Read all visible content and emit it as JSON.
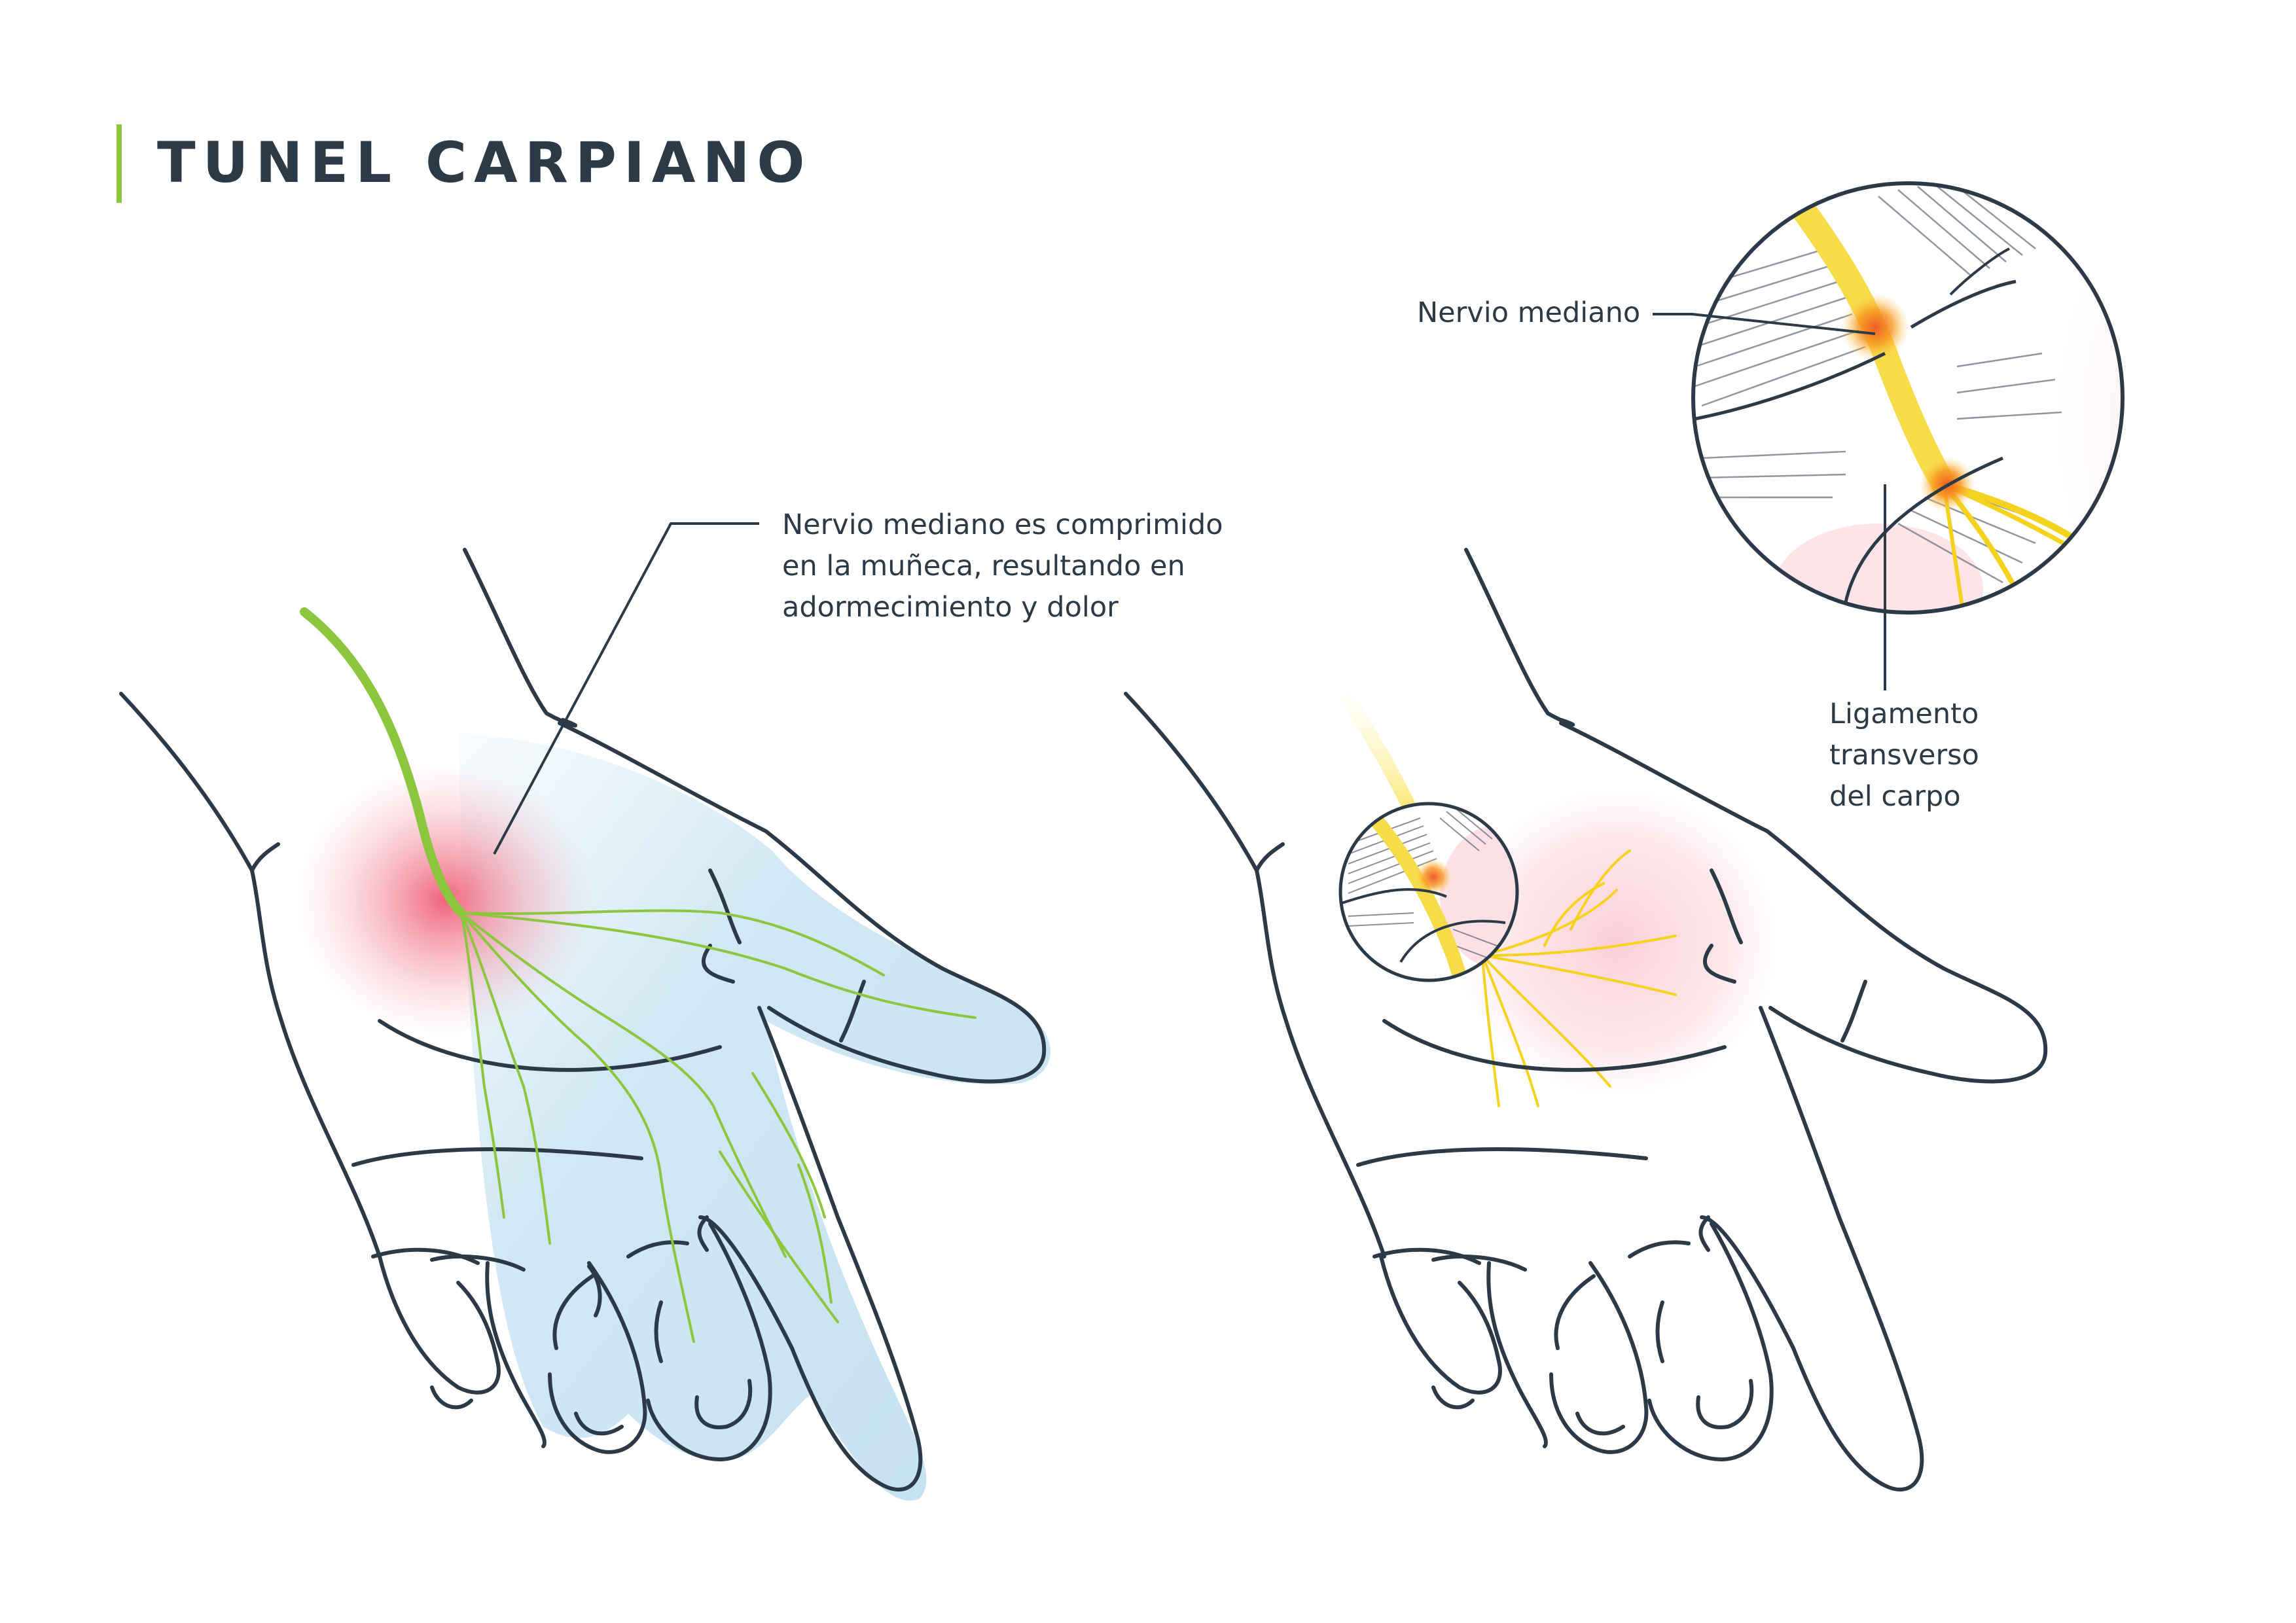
{
  "title": "TUNEL CARPIANO",
  "colors": {
    "accent": "#8cc63f",
    "outline": "#2c3a47",
    "nerve_left": "#8cc63f",
    "nerve_right": "#f4d21d",
    "numb_area": "#c7e3f2",
    "inflammation": "#f07a8c"
  },
  "annotations": {
    "compression": {
      "lines": [
        "Nervio mediano es comprimido",
        "en la muñeca, resultando en",
        "adormecimiento y dolor"
      ]
    },
    "median_nerve": {
      "text": "Nervio mediano"
    },
    "ligament": {
      "lines": [
        "Ligamento",
        "transverso",
        "del carpo"
      ]
    }
  },
  "panels": [
    {
      "id": "left",
      "nerve_color": "#8cc63f"
    },
    {
      "id": "right",
      "nerve_color": "#f4d21d"
    }
  ]
}
